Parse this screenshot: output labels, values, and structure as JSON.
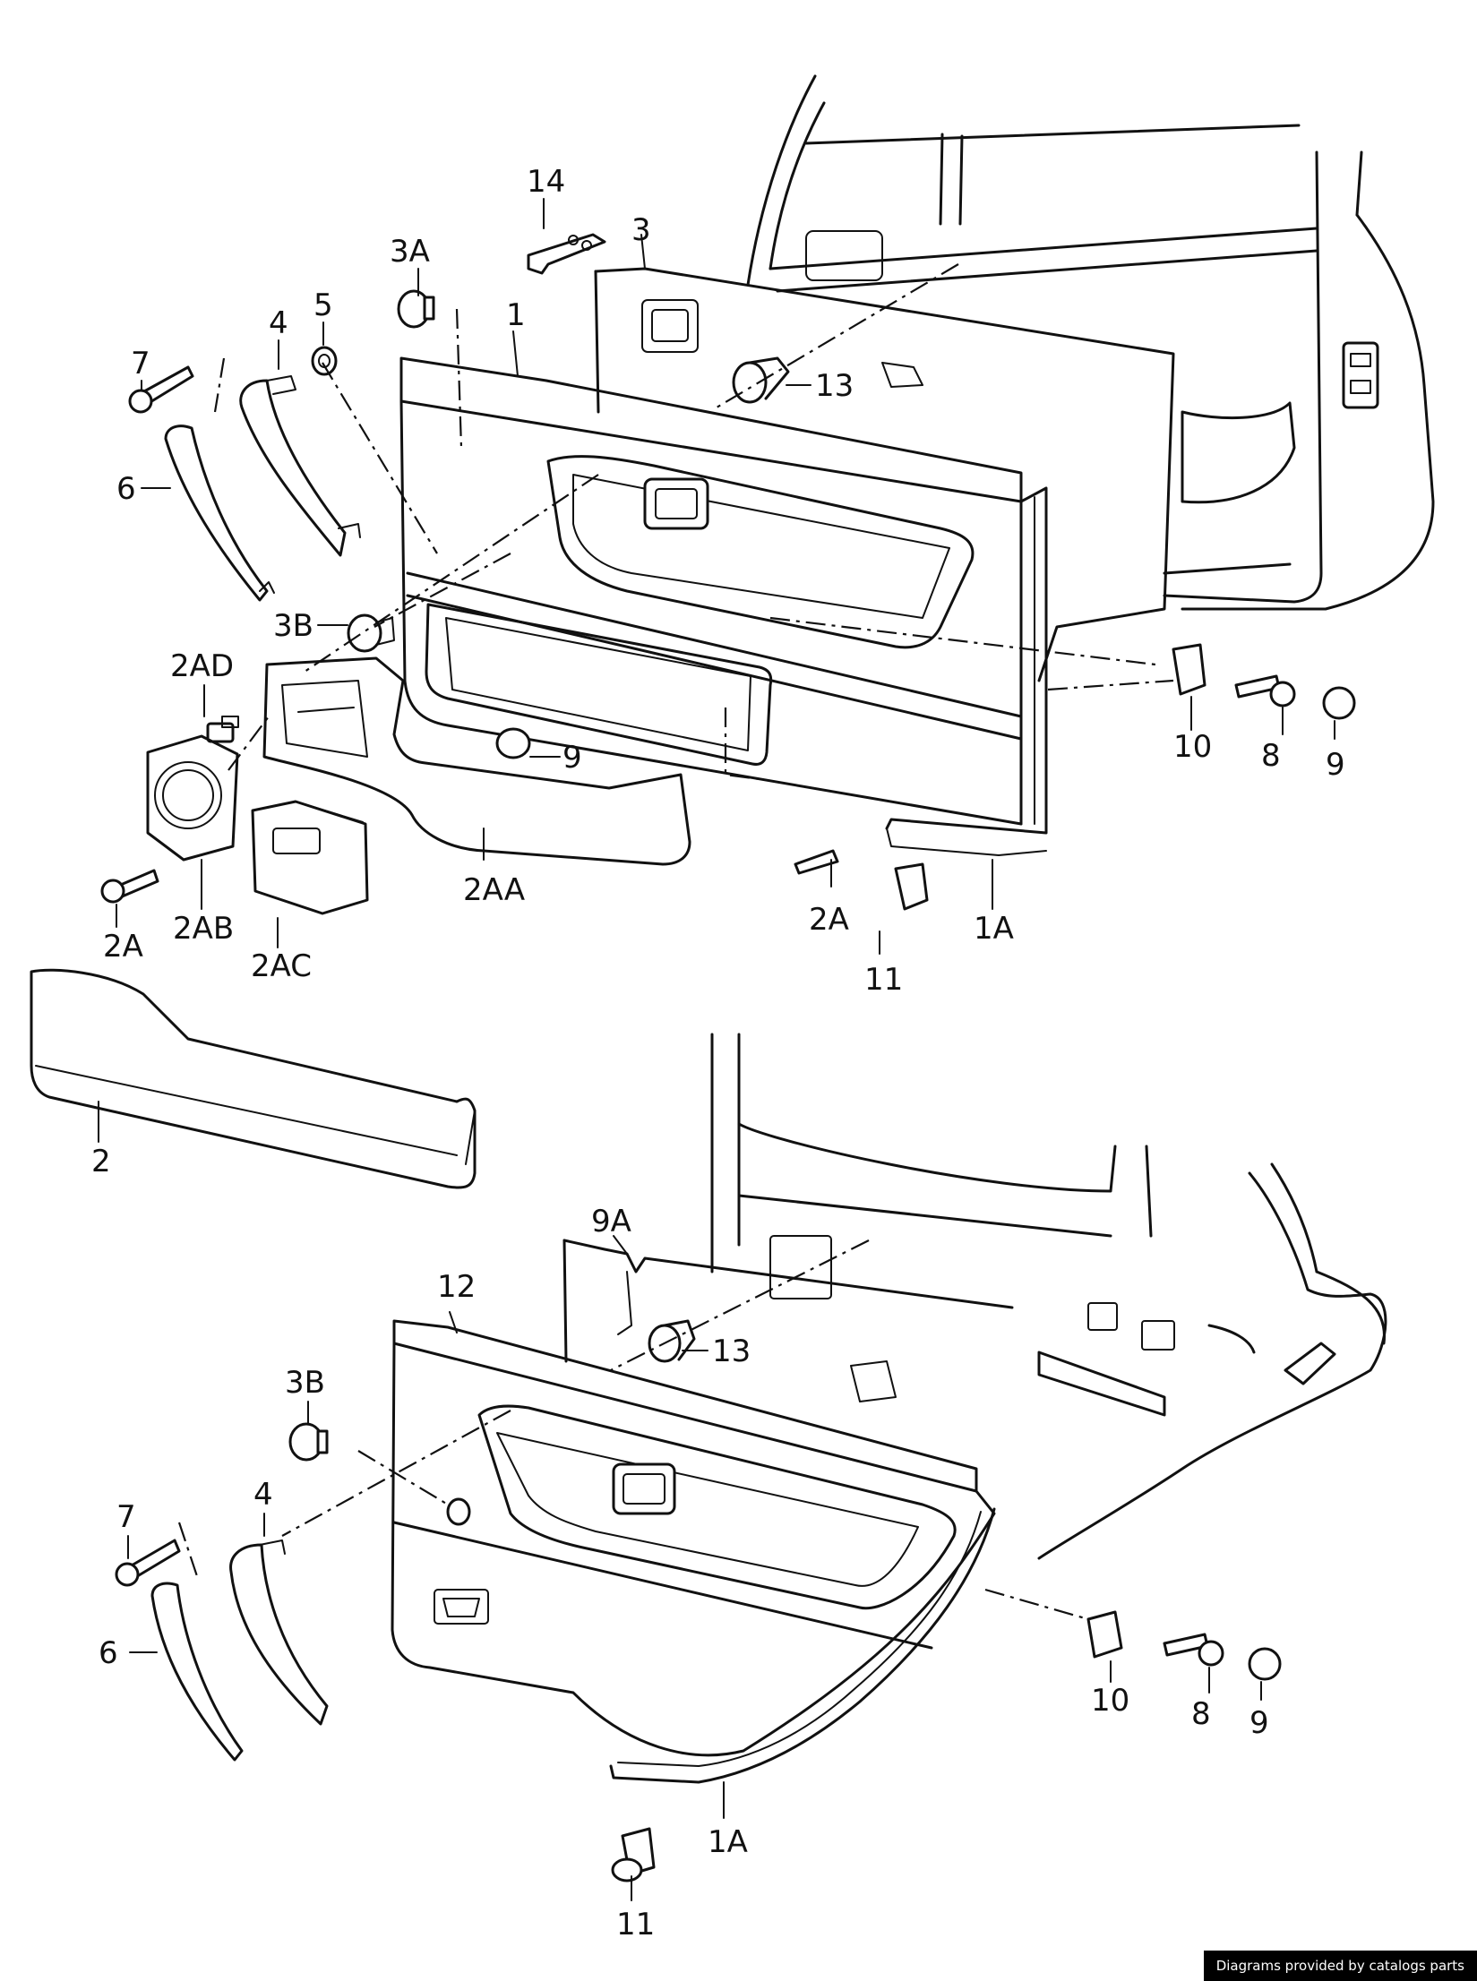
{
  "footer": {
    "credit": "Diagrams provided by catalogs parts"
  },
  "colors": {
    "line": "#111111",
    "background": "#ffffff",
    "credit_bg": "#000000",
    "credit_text": "#ffffff"
  },
  "labels": {
    "l14": "14",
    "l3": "3",
    "l3A": "3A",
    "l1": "1",
    "l5": "5",
    "l4": "4",
    "l7": "7",
    "l13": "13",
    "l6": "6",
    "l3B": "3B",
    "l2AD": "2AD",
    "l9": "9",
    "l10": "10",
    "l8": "8",
    "l9b": "9",
    "l2A_left": "2A",
    "l2AB": "2AB",
    "l2AC": "2AC",
    "l2AA": "2AA",
    "l2A_right": "2A",
    "l1A": "1A",
    "l11": "11",
    "l2": "2",
    "r9A": "9A",
    "r12": "12",
    "r13": "13",
    "r3B": "3B",
    "r7": "7",
    "r4": "4",
    "r6": "6",
    "r10": "10",
    "r8": "8",
    "r9": "9",
    "r1A": "1A",
    "r11": "11"
  }
}
